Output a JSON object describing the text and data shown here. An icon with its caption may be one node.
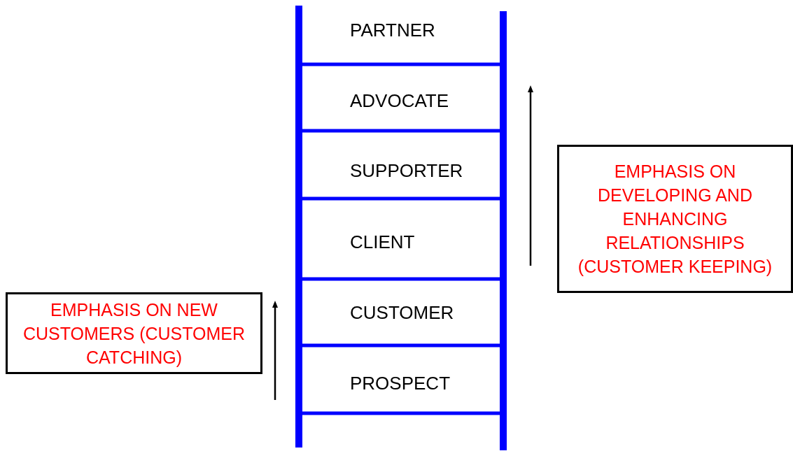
{
  "diagram": {
    "nodes": [
      {
        "text": [
          "PARTNER"
        ]
      },
      {
        "text": [
          "ADVOCATE"
        ]
      },
      {
        "text": [
          "SUPPORTER"
        ]
      },
      {
        "text": [
          "CLIENT"
        ]
      },
      {
        "text": [
          "CUSTOMER"
        ]
      },
      {
        "text": [
          "PROSPECT"
        ]
      },
      {
        "text": [
          "EMPHASIS ON NEW CUSTOMERS (CUSTOMER CATCHING)"
        ]
      },
      {
        "text": [
          "EMPHASIS ON DEVELOPING AND ENHANCING RELATIONSHIPS (CUSTOMER KEEPING)"
        ]
      }
    ]
  }
}
